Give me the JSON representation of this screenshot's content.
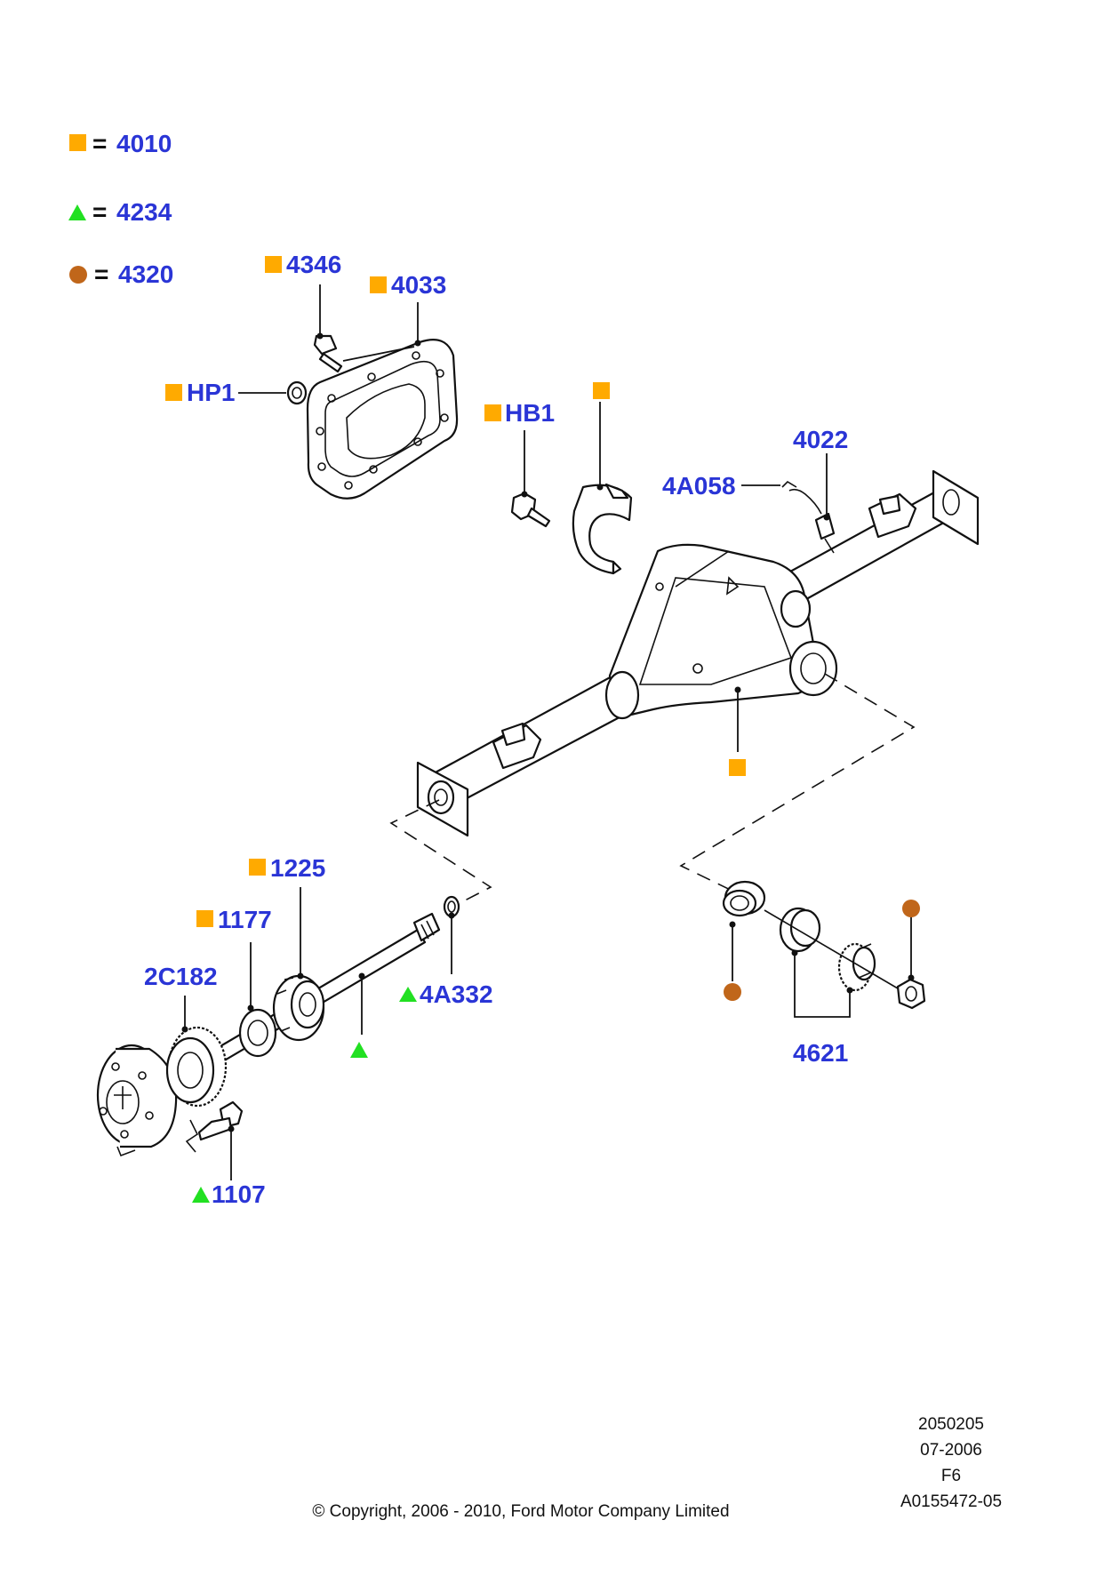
{
  "legend": [
    {
      "symbol": "square",
      "eq": "=",
      "code": "4010"
    },
    {
      "symbol": "triangle",
      "eq": "=",
      "code": "4234"
    },
    {
      "symbol": "circle",
      "eq": "=",
      "code": "4320"
    }
  ],
  "callouts": {
    "c4346": "4346",
    "c4033": "4033",
    "cHP1": "HP1",
    "cHB1": "HB1",
    "c4022": "4022",
    "c4A058": "4A058",
    "c1225": "1225",
    "c1177": "1177",
    "c2C182": "2C182",
    "c4A332": "4A332",
    "c1107": "1107",
    "c4621": "4621"
  },
  "footer": {
    "line1": "2050205",
    "line2": "07-2006",
    "line3": "F6",
    "line4": "A0155472-05",
    "copyright": "© Copyright, 2006 - 2010, Ford Motor Company Limited"
  },
  "colors": {
    "square": "#ffaa00",
    "triangle": "#22e022",
    "circle": "#c0661a",
    "callout_text": "#2a35d6"
  },
  "icons": [
    "square-marker-icon",
    "triangle-marker-icon",
    "circle-marker-icon"
  ]
}
